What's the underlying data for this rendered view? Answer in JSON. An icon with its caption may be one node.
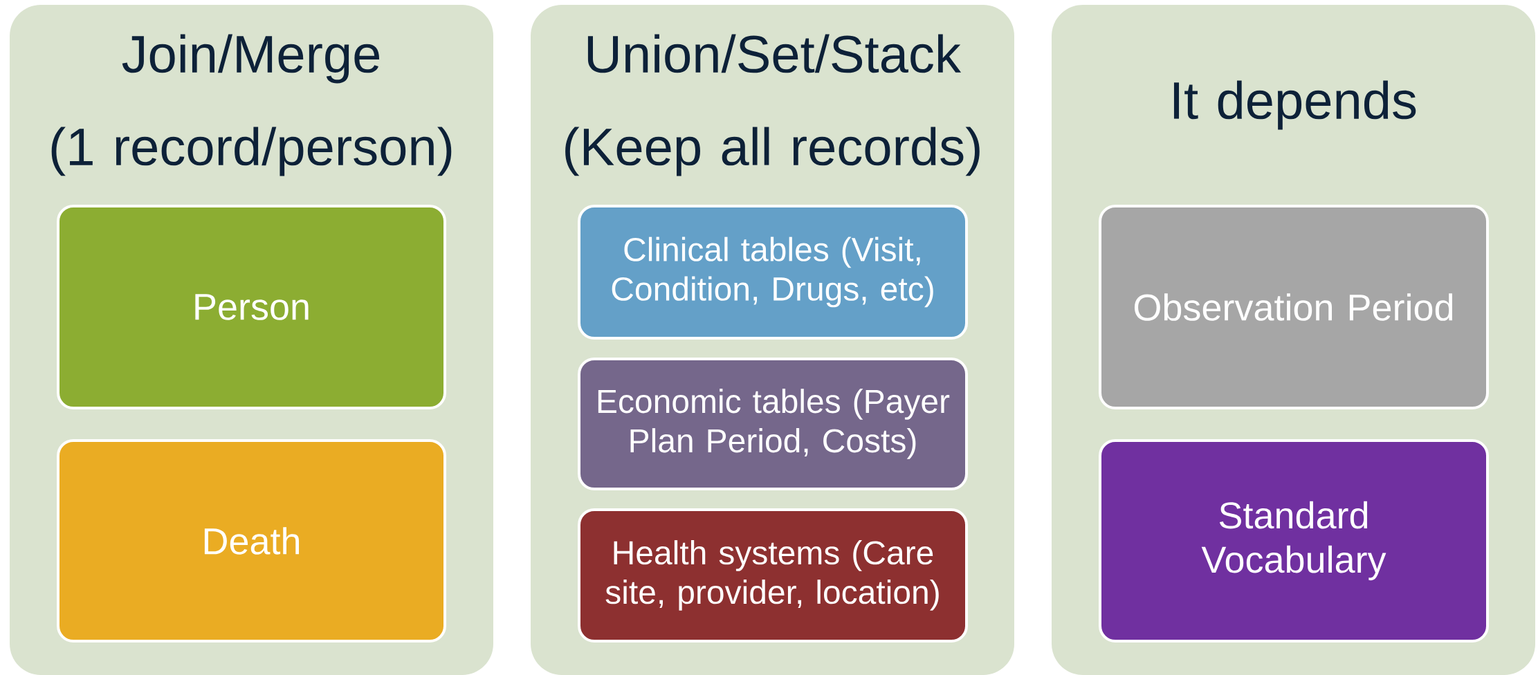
{
  "diagram": {
    "nodes": [
      {
        "text": [
          "Join/Merge",
          "(1 record/person)"
        ]
      },
      {
        "text": [
          "Person"
        ],
        "in": 0
      },
      {
        "text": [
          "Death"
        ],
        "in": 0
      },
      {
        "text": [
          "Union/Set/Stack",
          "(Keep all records)"
        ]
      },
      {
        "text": [
          "Clinical tables (Visit, Condition, Drugs, etc)"
        ],
        "in": 3
      },
      {
        "text": [
          "Economic tables (Payer Plan Period, Costs)"
        ],
        "in": 3
      },
      {
        "text": [
          "Health systems (Care site, provider, location)"
        ],
        "in": 3
      },
      {
        "text": [
          "It depends"
        ]
      },
      {
        "text": [
          "Observation Period"
        ],
        "in": 7
      },
      {
        "text": [
          "Standard Vocabulary"
        ],
        "in": 7
      }
    ]
  }
}
